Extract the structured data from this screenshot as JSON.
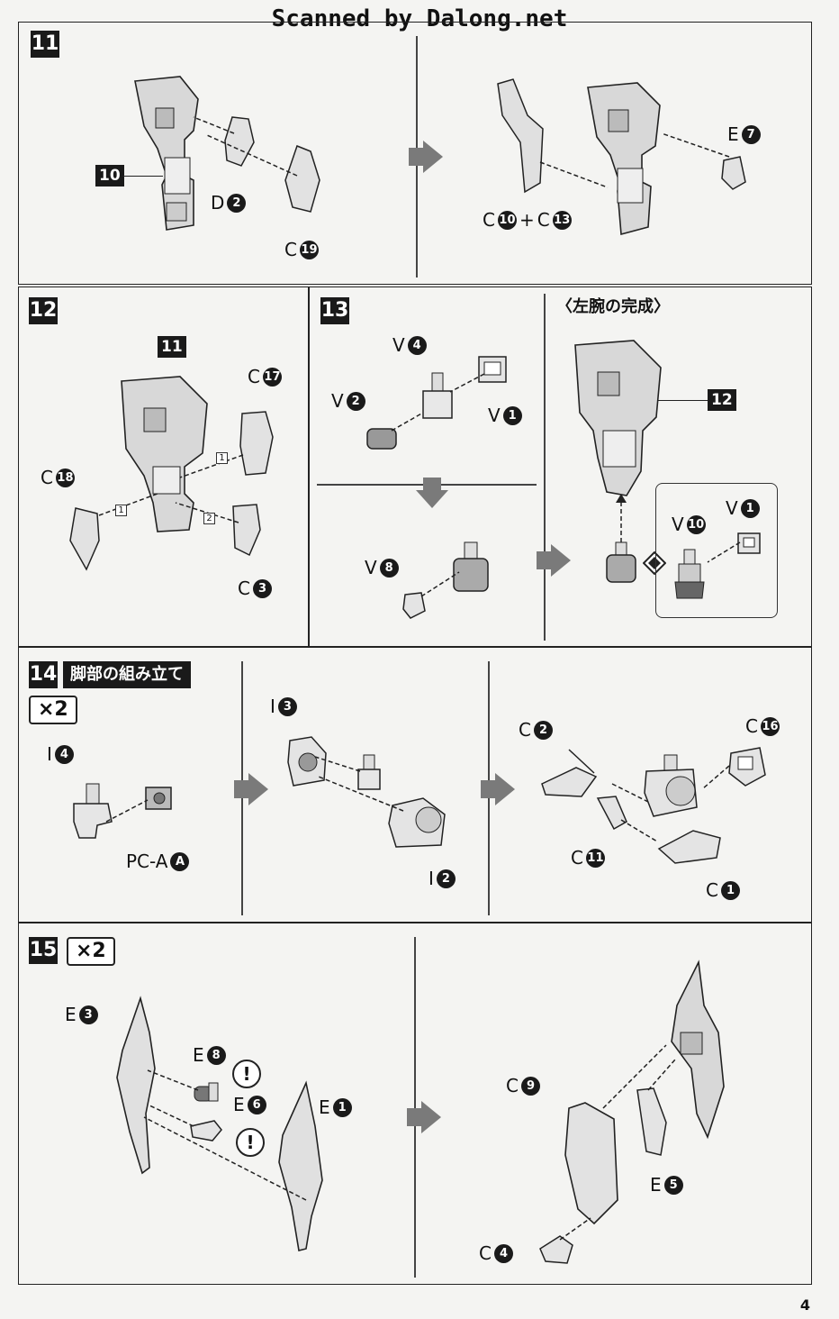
{
  "header": "Scanned by Dalong.net",
  "page_number": "4",
  "steps": {
    "s11": {
      "num": "11",
      "ref": "10",
      "labels": {
        "d2": "D",
        "c19": "C",
        "c10c13_a": "C",
        "plus": "+",
        "c10c13_b": "C",
        "e7": "E"
      },
      "circ": {
        "d2": "2",
        "c19": "19",
        "c10": "10",
        "c13": "13",
        "e7": "7"
      }
    },
    "s12": {
      "num": "12",
      "ref": "11",
      "labels": {
        "c17": "C",
        "c18": "C",
        "c3": "C"
      },
      "circ": {
        "c17": "17",
        "c18": "18",
        "c3": "3"
      },
      "tags": [
        "1",
        "1",
        "2"
      ]
    },
    "s13": {
      "num": "13",
      "labels": {
        "v4": "V",
        "v2": "V",
        "v1": "V",
        "v8": "V"
      },
      "circ": {
        "v4": "4",
        "v2": "2",
        "v1": "1",
        "v8": "8"
      }
    },
    "complete": {
      "title": "〈左腕の完成〉",
      "ref": "12",
      "labels": {
        "v1": "V",
        "v10": "V"
      },
      "circ": {
        "v1": "1",
        "v10": "10"
      }
    },
    "s14": {
      "num": "14",
      "title": "脚部の組み立て",
      "times": "×2",
      "labels": {
        "i4": "I",
        "pca": "PC-A",
        "i3": "I",
        "i2": "I",
        "c2": "C",
        "c16": "C",
        "c11": "C",
        "c1": "C"
      },
      "circ": {
        "i4": "4",
        "pca": "A",
        "i3": "3",
        "i2": "2",
        "c2": "2",
        "c16": "16",
        "c11": "11",
        "c1": "1"
      }
    },
    "s15": {
      "num": "15",
      "times": "×2",
      "labels": {
        "e3": "E",
        "e8": "E",
        "e6": "E",
        "e1": "E",
        "c9": "C",
        "e5": "E",
        "c4": "C"
      },
      "circ": {
        "e3": "3",
        "e8": "8",
        "e6": "6",
        "e1": "1",
        "c9": "9",
        "e5": "5",
        "c4": "4"
      },
      "warn": "!"
    }
  }
}
